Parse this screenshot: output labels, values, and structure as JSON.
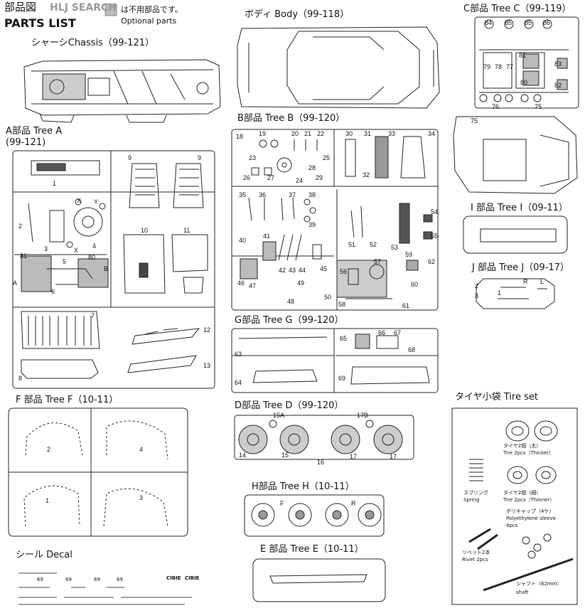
{
  "header": {
    "title_jp": "部品図",
    "watermark": "HLJ SEARCH",
    "title_en": "PARTS LIST",
    "legend_jp": "は不用部品です。",
    "legend_en": "Optional parts"
  },
  "sections": {
    "chassis": {
      "label": "シャーシChassis（99-121）"
    },
    "body": {
      "label": "ボディ Body（99-118）"
    },
    "tree_c": {
      "label": "C部品 Tree C（99-119）"
    },
    "tree_a": {
      "label": "A部品 Tree A",
      "code": "(99-121)"
    },
    "tree_b": {
      "label": "B部品 Tree B（99-120）"
    },
    "tree_i": {
      "label": "I 部品 Tree I（09-11）"
    },
    "tree_j": {
      "label": "J 部品 Tree J（09-17）"
    },
    "tree_g": {
      "label": "G部品 Tree G（99-120）"
    },
    "tree_f": {
      "label": "F 部品 Tree F（10-11）"
    },
    "tree_d": {
      "label": "D部品 Tree D（99-120）"
    },
    "tire_set": {
      "label": "タイヤ小袋 Tire set"
    },
    "tree_h": {
      "label": "H部品 Tree H（10-11）"
    },
    "decal": {
      "label": "シール Decal"
    },
    "tree_e": {
      "label": "E 部品 Tree E（10-11）"
    }
  },
  "tire_set_items": {
    "thick_jp": "タイヤ2個（太）",
    "thick_en": "Tire 2pcs（Thicker）",
    "spring_jp": "スプリング",
    "spring_en": "Spring",
    "thin_jp": "タイヤ2個（細）",
    "thin_en": "Tire 2pcs（Thinner）",
    "cap_jp": "ポリキャップ（4ケ）",
    "cap_en": "Polyethylene sleeve",
    "cap_qty": "4pcs",
    "rivet_jp": "リベット2本",
    "rivet_en": "Rivet 2pcs",
    "shaft_jp": "シャフト（62mm）",
    "shaft_en": "shaft"
  },
  "part_numbers": {
    "tree_a": [
      "1",
      "2",
      "3",
      "4",
      "5",
      "6",
      "7",
      "8",
      "9",
      "9",
      "10",
      "11",
      "12",
      "13",
      "X",
      "Y",
      "X",
      "A",
      "B",
      "81",
      "80"
    ],
    "tree_b": [
      "18",
      "19",
      "20",
      "21",
      "22",
      "23",
      "24",
      "25",
      "26",
      "27",
      "28",
      "29",
      "30",
      "31",
      "32",
      "33",
      "34",
      "35",
      "36",
      "37",
      "38",
      "39",
      "40",
      "41",
      "42",
      "43",
      "44",
      "45",
      "46",
      "47",
      "48",
      "49",
      "50",
      "51",
      "52",
      "53",
      "54",
      "55",
      "56",
      "57",
      "58",
      "59",
      "60",
      "61",
      "62"
    ],
    "tree_c": [
      "84",
      "85",
      "85",
      "86",
      "79",
      "78",
      "77",
      "81",
      "83",
      "80",
      "82",
      "76",
      "75",
      "75"
    ],
    "tree_g": [
      "63",
      "64",
      "65",
      "66",
      "67",
      "68",
      "69"
    ],
    "tree_d": [
      "15A",
      "17B",
      "14",
      "15",
      "16",
      "17",
      "17"
    ],
    "tree_f": [
      "1",
      "2",
      "3",
      "4"
    ],
    "tree_h": [
      "F",
      "R"
    ],
    "tree_j": [
      "2",
      "3",
      "1",
      "R",
      "L"
    ]
  },
  "decal_texts": [
    "69",
    "69",
    "69",
    "69",
    "CIBIE",
    "CIBIE"
  ]
}
